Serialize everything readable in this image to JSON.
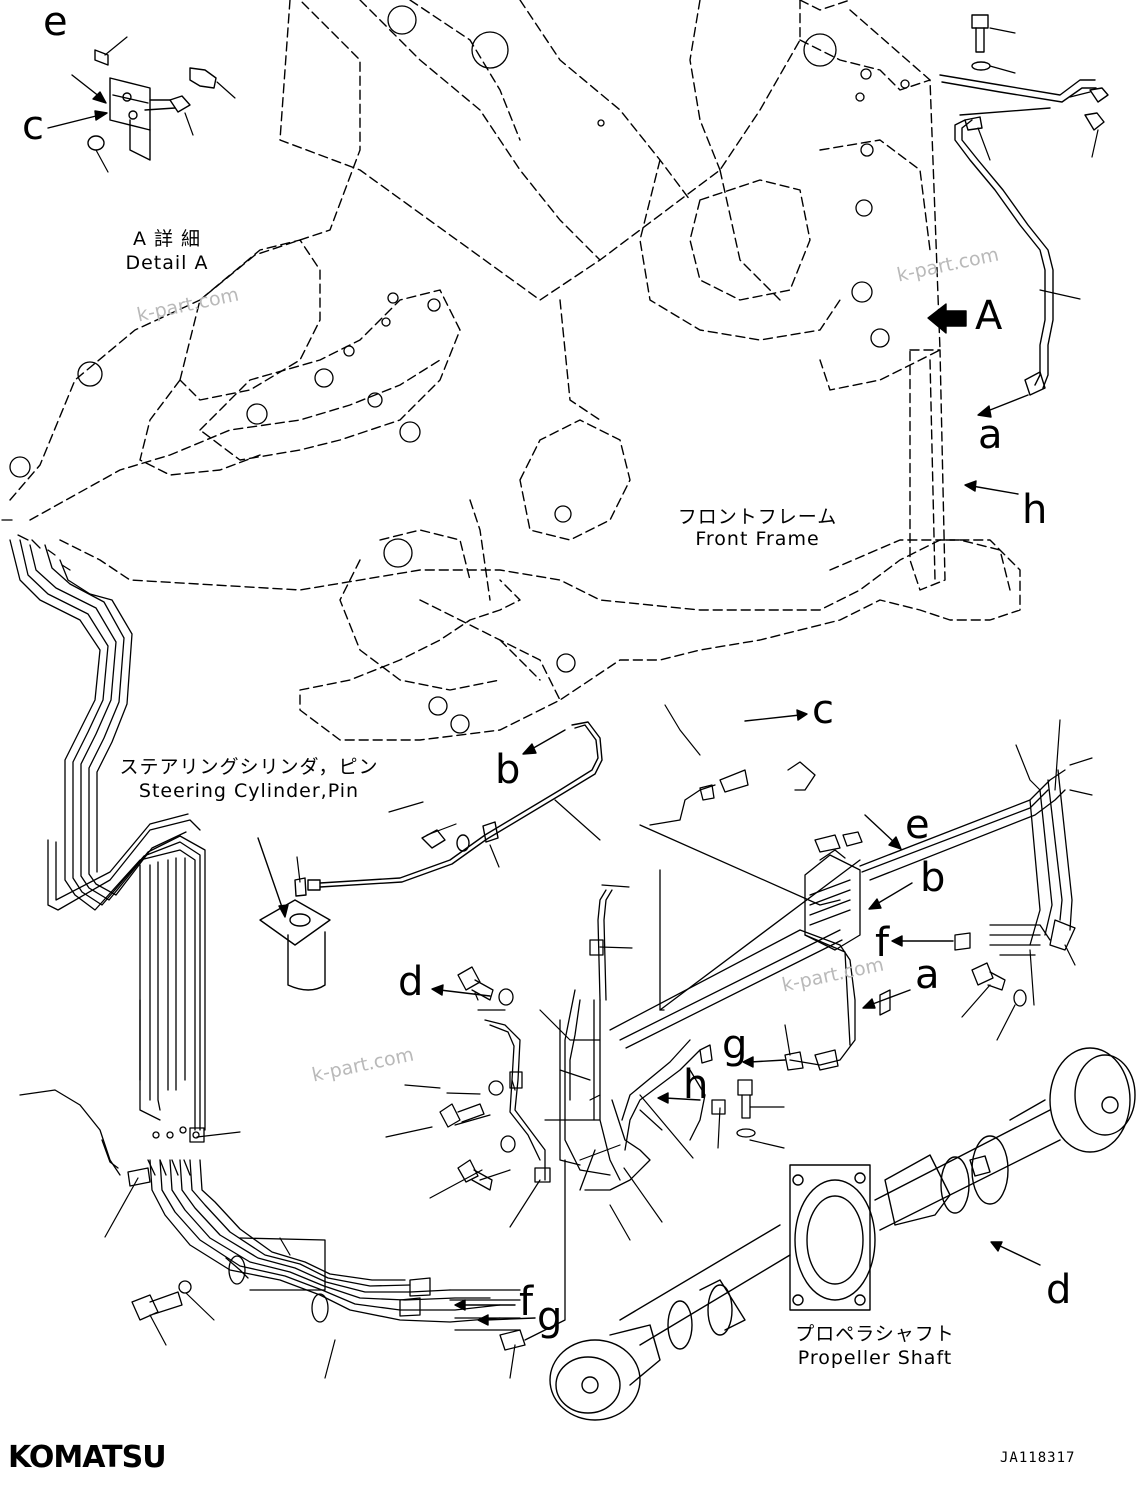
{
  "brand": {
    "logo": "KOMATSU",
    "drawing_code": "JA118317"
  },
  "watermark": "k-part.com",
  "captions": {
    "detail_ja": "A 詳 細",
    "detail_en": "Detail A",
    "front_frame_ja": "フロントフレーム",
    "front_frame_en": "Front Frame",
    "steering_ja": "ステアリングシリンダ，ピン",
    "steering_en": "Steering Cylinder,Pin",
    "propeller_ja": "プロペラシャフト",
    "propeller_en": "Propeller Shaft"
  },
  "letters": {
    "e_detail": "e",
    "c_detail": "c",
    "A_view": "A",
    "a_upper": "a",
    "h_upper": "h",
    "b_left": "b",
    "c_mid": "c",
    "e_mid": "e",
    "b_mid": "b",
    "f_mid": "f",
    "a_mid": "a",
    "d_left": "d",
    "g_mid": "g",
    "h_mid": "h",
    "d_right": "d",
    "f_bottom": "f",
    "g_bottom": "g"
  }
}
